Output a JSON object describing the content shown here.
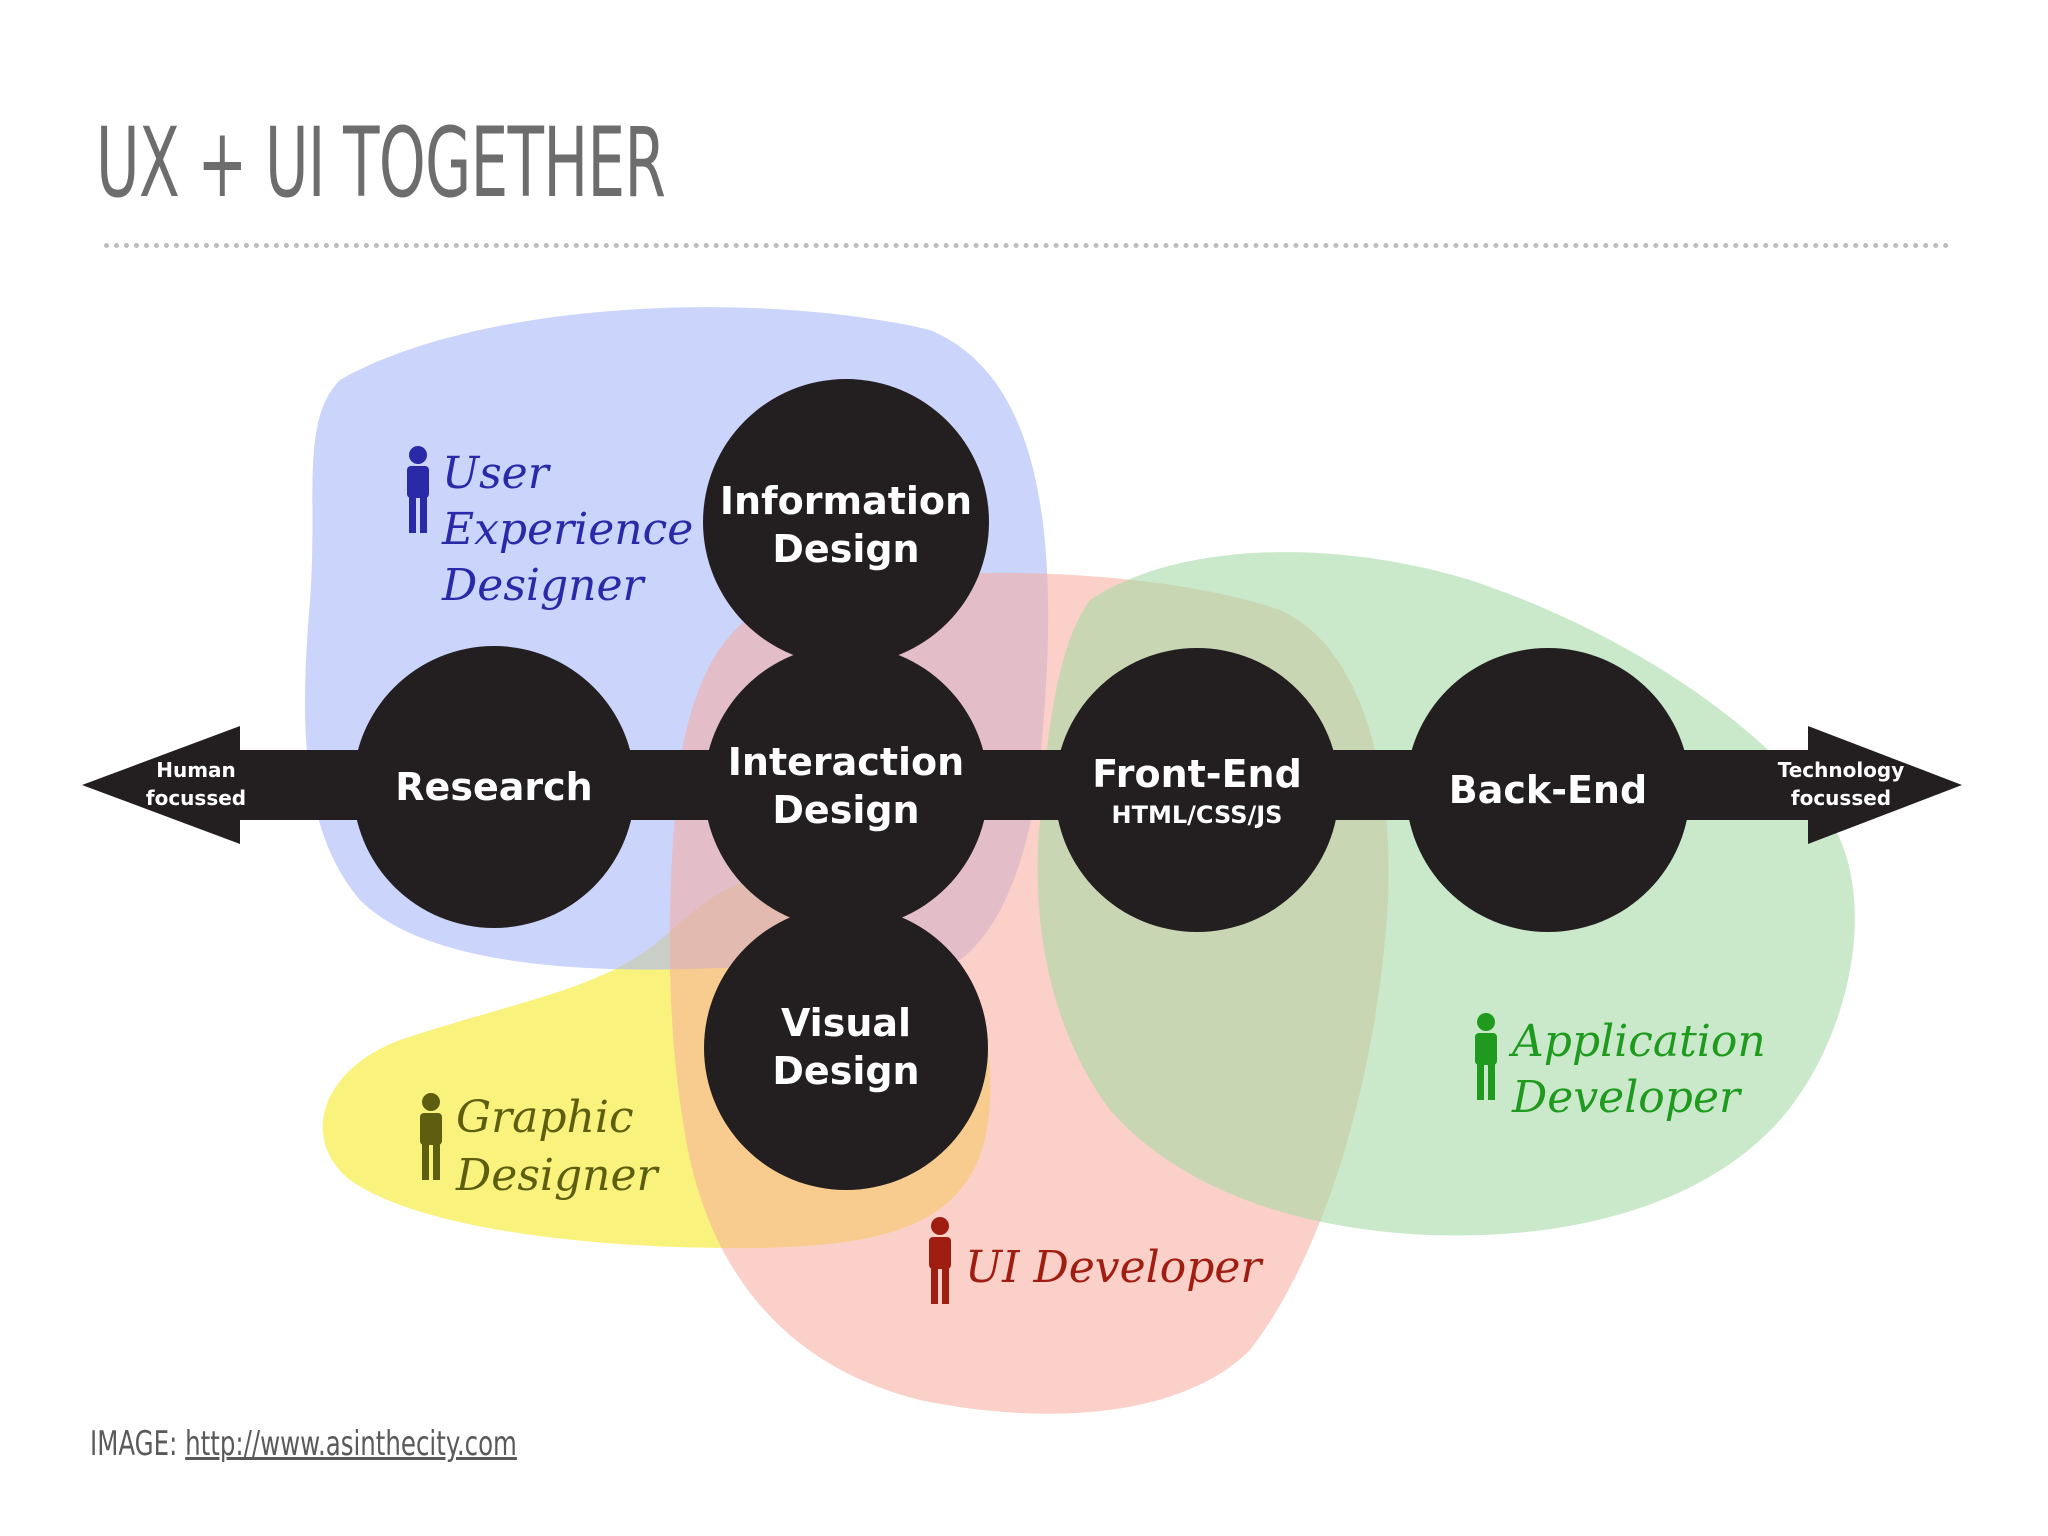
{
  "slide": {
    "title": "UX + UI TOGETHER",
    "credit_label": "IMAGE: ",
    "credit_url": "http://www.asinthecity.com"
  },
  "axis": {
    "left_label_line1": "Human",
    "left_label_line2": "focussed",
    "right_label_line1": "Technology",
    "right_label_line2": "focussed"
  },
  "nodes": {
    "information": {
      "line1": "Information",
      "line2": "Design"
    },
    "research": {
      "line1": "Research"
    },
    "interaction": {
      "line1": "Interaction",
      "line2": "Design"
    },
    "visual": {
      "line1": "Visual",
      "line2": "Design"
    },
    "frontend": {
      "line1": "Front-End",
      "line2": "HTML/CSS/JS"
    },
    "backend": {
      "line1": "Back-End"
    }
  },
  "roles": {
    "ux": {
      "line1": "User",
      "line2": "Experience",
      "line3": "Designer",
      "color": "#2a2aa8"
    },
    "graphic": {
      "line1": "Graphic",
      "line2": "Designer",
      "color": "#5e5e10"
    },
    "ui": {
      "line1": "UI Developer",
      "color": "#a01d12"
    },
    "app": {
      "line1": "Application",
      "line2": "Developer",
      "color": "#1f9a1f"
    }
  },
  "colors": {
    "ux_region": "#a9b8f7",
    "graphic_region": "#f8f270",
    "ui_region": "#f7a99c",
    "app_region": "#a7dba7",
    "node_fill": "#231f20",
    "title": "#6d6d6d"
  }
}
